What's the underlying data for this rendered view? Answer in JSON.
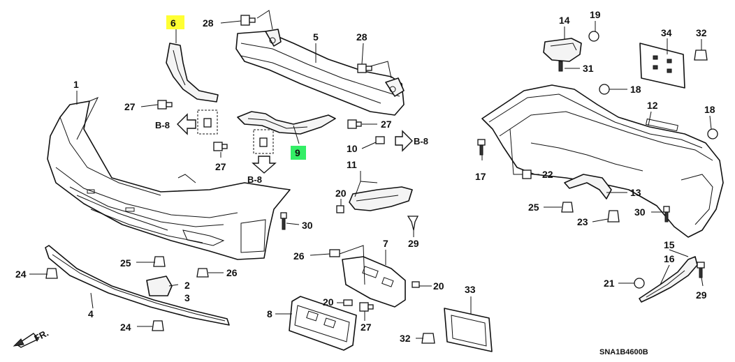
{
  "diagram": {
    "code": "SNA1B4600B",
    "front_label": "FR.",
    "colors": {
      "highlight_yellow": "#ffff33",
      "highlight_green": "#33ee66"
    },
    "ref_labels": [
      "B-8",
      "B-8",
      "B-8"
    ],
    "part_labels": {
      "p1": "1",
      "p2": "2",
      "p3": "3",
      "p4": "4",
      "p5": "5",
      "p6": "6",
      "p7": "7",
      "p8": "8",
      "p9": "9",
      "p10": "10",
      "p11": "11",
      "p12": "12",
      "p13": "13",
      "p14": "14",
      "p15": "15",
      "p16": "16",
      "p17": "17",
      "p18a": "18",
      "p18b": "18",
      "p19": "19",
      "p20a": "20",
      "p20b": "20",
      "p20c": "20",
      "p21": "21",
      "p22": "22",
      "p23": "23",
      "p24a": "24",
      "p24b": "24",
      "p25a": "25",
      "p25b": "25",
      "p26a": "26",
      "p26b": "26",
      "p27a": "27",
      "p27b": "27",
      "p27c": "27",
      "p27d": "27",
      "p28a": "28",
      "p28b": "28",
      "p29a": "29",
      "p29b": "29",
      "p30a": "30",
      "p30b": "30",
      "p31": "31",
      "p32a": "32",
      "p32b": "32",
      "p33": "33",
      "p34": "34"
    }
  }
}
